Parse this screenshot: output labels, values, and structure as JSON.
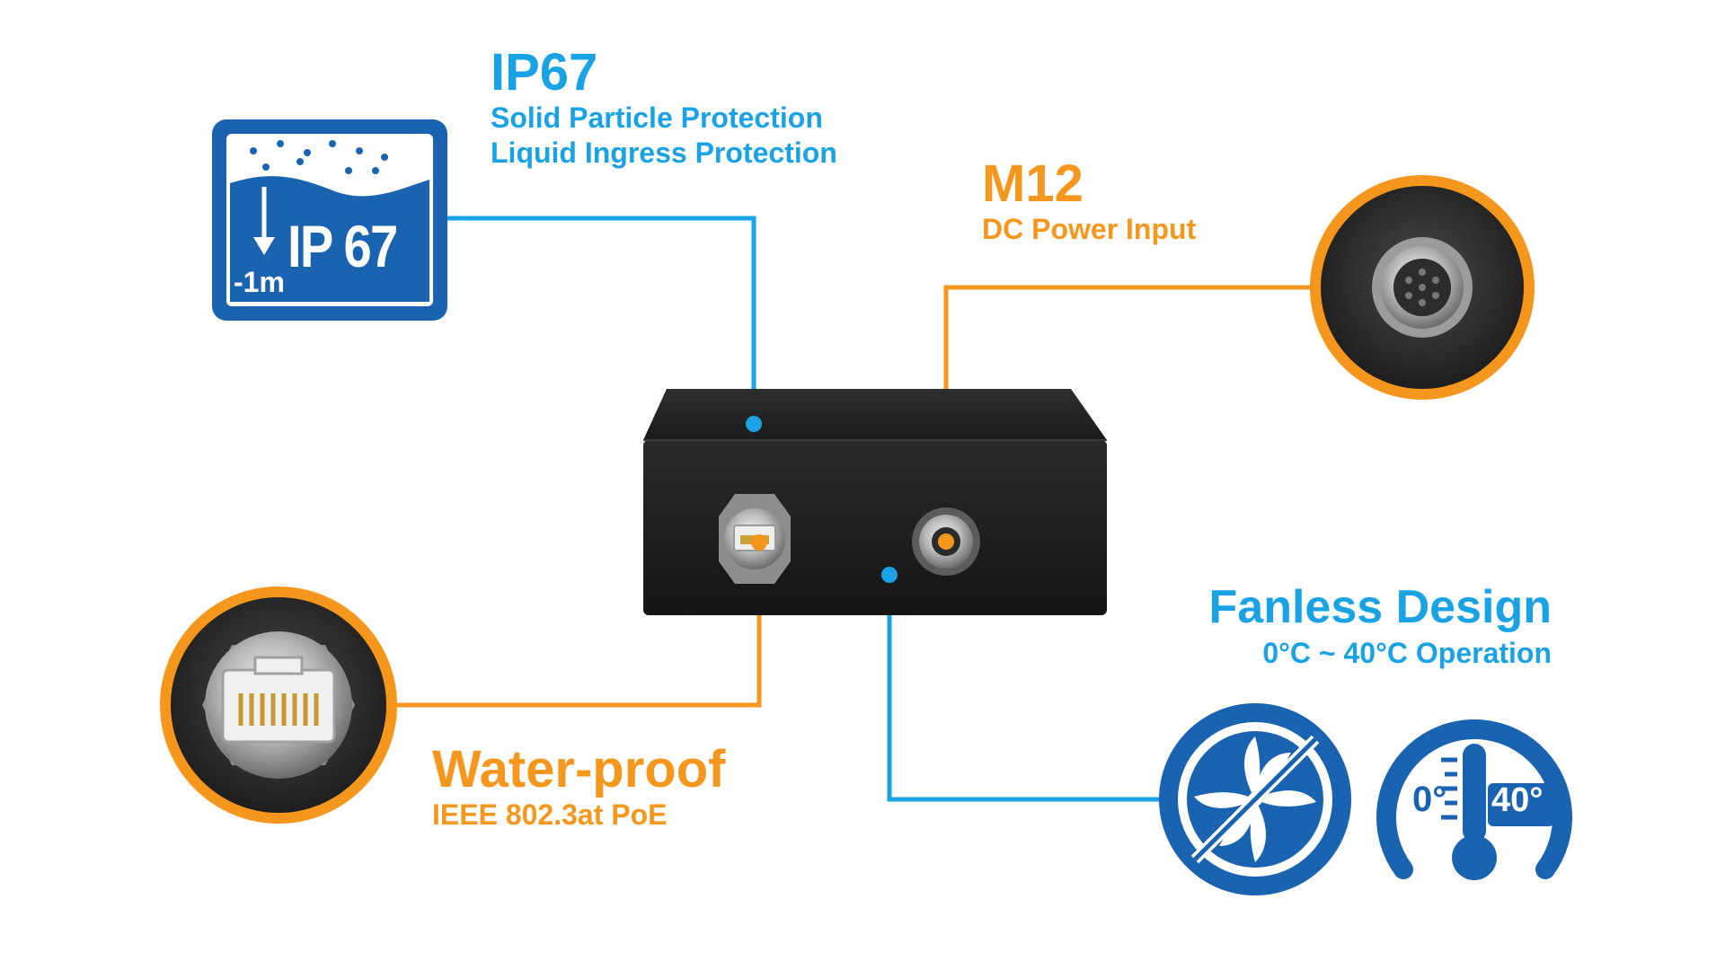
{
  "colors": {
    "blue": "#1aa3e4",
    "orange": "#f5961d",
    "badge_blue": "#1a63b0",
    "device": "#1f1f1f"
  },
  "ip67": {
    "title": "IP67",
    "line1": "Solid Particle Protection",
    "line2": "Liquid Ingress Protection",
    "badge_depth": "-1m",
    "badge_label": "IP 67"
  },
  "m12": {
    "title": "M12",
    "subtitle": "DC Power Input"
  },
  "fanless": {
    "title": "Fanless Design",
    "subtitle": "0°C ~ 40°C Operation",
    "temp_low": "0°",
    "temp_high": "40°"
  },
  "waterproof": {
    "title": "Water-proof",
    "subtitle": "IEEE 802.3at PoE"
  },
  "icons": [
    "ip67-badge-icon",
    "m12-connector-icon",
    "rj45-connector-icon",
    "fanless-fan-icon",
    "thermometer-icon"
  ]
}
